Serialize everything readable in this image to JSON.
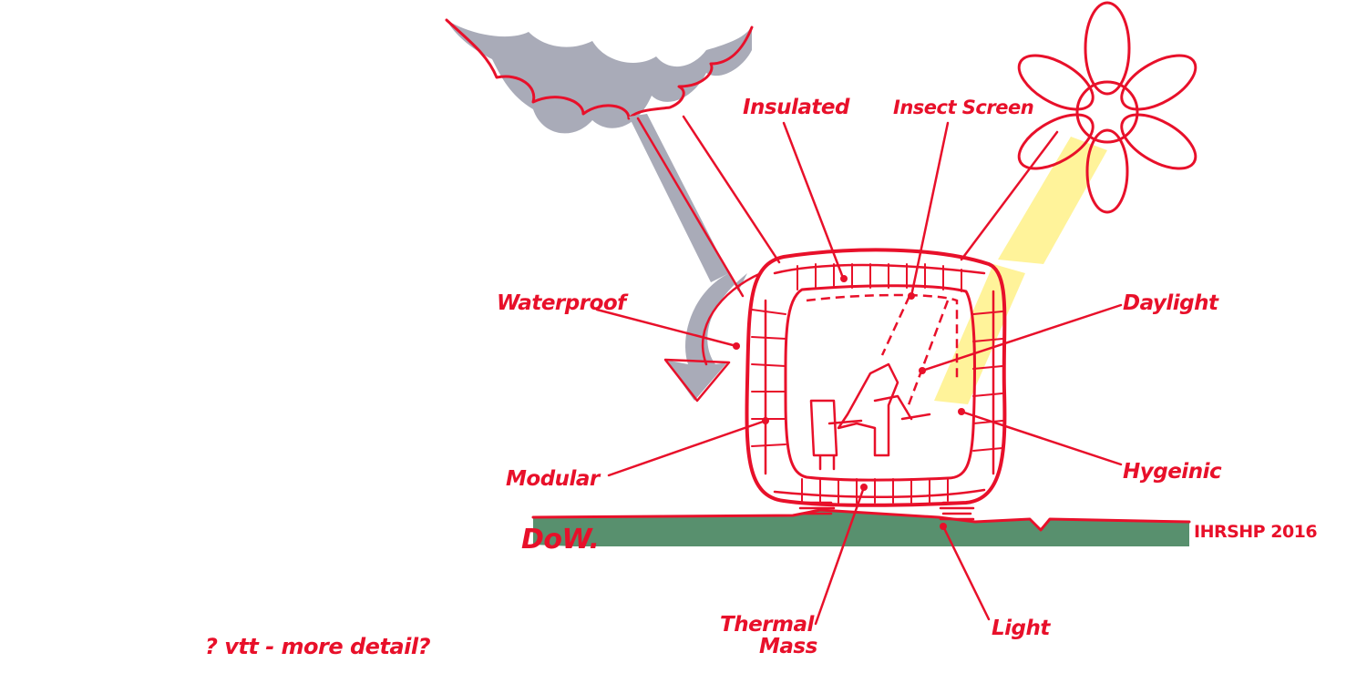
{
  "labels": {
    "insulated": "Insulated",
    "insect_screen": "Insect Screen",
    "waterproof": "Waterproof",
    "daylight": "Daylight",
    "modular": "Modular",
    "hygienic": "Hygeinic",
    "thermal_mass_line1": "Thermal",
    "thermal_mass_line2": "Mass",
    "light": "Light"
  },
  "signature": "DoW.",
  "credit": "IHRSHP 2016",
  "note": "? vtt - more detail?",
  "colors": {
    "ink": "#e8102a",
    "cloud": "#a9abb8",
    "sun": "#fff39a",
    "ground": "#4f8a66"
  },
  "icons": [
    "cloud-icon",
    "sun-icon",
    "rain-arrow-icon",
    "person-icon",
    "chair-icon"
  ]
}
